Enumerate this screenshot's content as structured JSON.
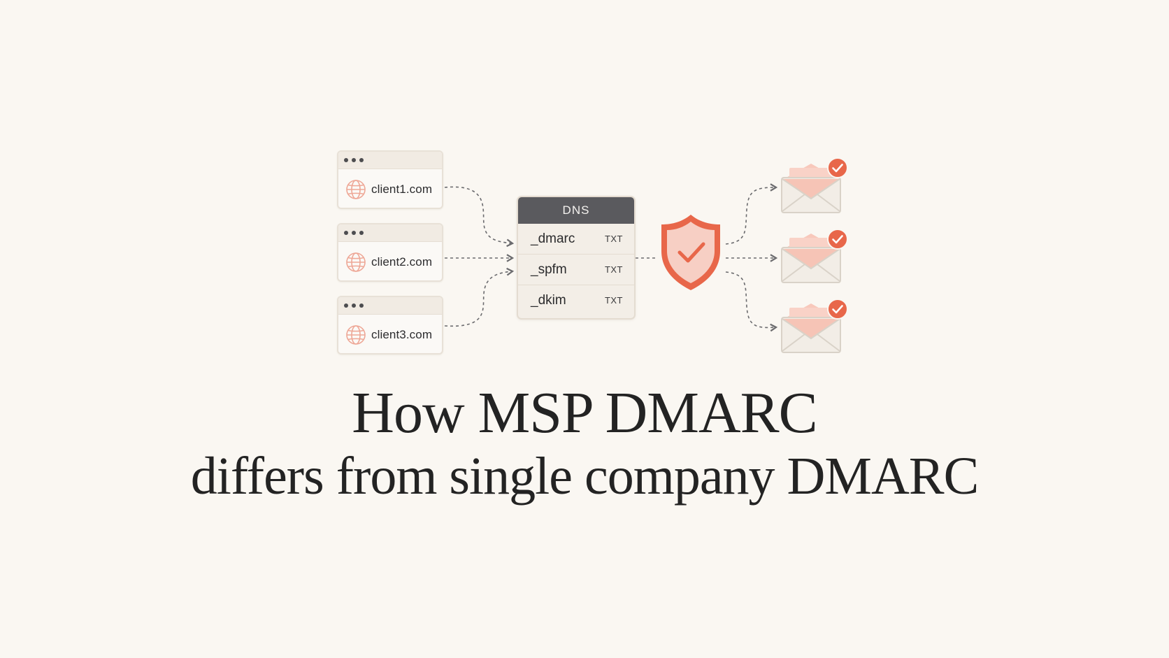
{
  "clients": [
    {
      "domain": "client1.com",
      "icon": "globe-icon"
    },
    {
      "domain": "client2.com",
      "icon": "globe-icon"
    },
    {
      "domain": "client3.com",
      "icon": "globe-icon"
    }
  ],
  "dns": {
    "title": "DNS",
    "records": [
      {
        "name": "_dmarc",
        "type": "TXT"
      },
      {
        "name": "_spfm",
        "type": "TXT"
      },
      {
        "name": "_dkim",
        "type": "TXT"
      }
    ]
  },
  "shield": {
    "icon": "shield-check-icon"
  },
  "envelopes": [
    {
      "icon": "envelope-icon",
      "status": "check-icon"
    },
    {
      "icon": "envelope-icon",
      "status": "check-icon"
    },
    {
      "icon": "envelope-icon",
      "status": "check-icon"
    }
  ],
  "headline": {
    "line1": "How MSP DMARC",
    "line2": "differs from single company DMARC"
  },
  "colors": {
    "background": "#faf7f2",
    "accent": "#e8674a",
    "accent_soft": "#f6c9bd",
    "dns_header": "#5a5a5e",
    "text": "#232323",
    "connector": "#6b6b6e"
  }
}
